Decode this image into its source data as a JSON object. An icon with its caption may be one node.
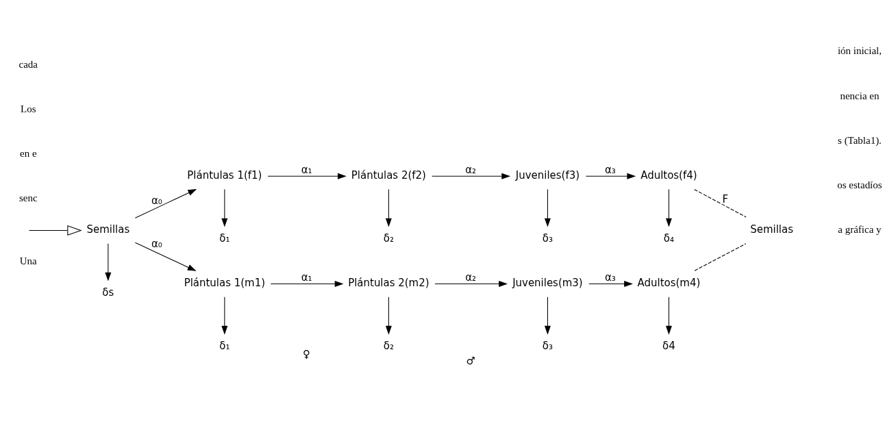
{
  "diagram": {
    "nodes": [
      {
        "text": [
          "Semillas"
        ]
      },
      {
        "text": [
          "Plántulas 1(f1)"
        ]
      },
      {
        "text": [
          "Plántulas 2(f2)"
        ]
      },
      {
        "text": [
          "Juveniles(f3)"
        ]
      },
      {
        "text": [
          "Adultos(f4)"
        ]
      },
      {
        "text": [
          "δ₁"
        ]
      },
      {
        "text": [
          "δ₂"
        ]
      },
      {
        "text": [
          "δ₃"
        ]
      },
      {
        "text": [
          "δ₄"
        ]
      },
      {
        "text": [
          "δs"
        ]
      },
      {
        "text": [
          "Plántulas 1(m1)"
        ]
      },
      {
        "text": [
          "Plántulas 2(m2)"
        ]
      },
      {
        "text": [
          "Juveniles(m3)"
        ]
      },
      {
        "text": [
          "Adultos(m4)"
        ]
      },
      {
        "text": [
          "δ₁"
        ]
      },
      {
        "text": [
          "δ₂"
        ]
      },
      {
        "text": [
          "δ₃"
        ]
      },
      {
        "text": [
          "δ4"
        ]
      },
      {
        "text": [
          "Semillas"
        ]
      }
    ],
    "edges": [
      {
        "from": null,
        "to": 0,
        "arrow": "to"
      },
      {
        "from": 0,
        "to": 1,
        "arrow": "to",
        "label": "α₀"
      },
      {
        "from": 1,
        "to": 2,
        "arrow": "to",
        "label": "α₁"
      },
      {
        "from": 2,
        "to": 3,
        "arrow": "to",
        "label": "α₂"
      },
      {
        "from": 3,
        "to": 4,
        "arrow": "to",
        "label": "α₃"
      },
      {
        "from": 1,
        "to": 5,
        "arrow": "to"
      },
      {
        "from": 2,
        "to": 6,
        "arrow": "to"
      },
      {
        "from": 3,
        "to": 7,
        "arrow": "to"
      },
      {
        "from": 4,
        "to": 8,
        "arrow": "to"
      },
      {
        "from": 0,
        "to": 9,
        "arrow": "to"
      },
      {
        "from": 0,
        "to": 10,
        "arrow": "to",
        "label": "α₀"
      },
      {
        "from": 10,
        "to": 11,
        "arrow": "to",
        "label": "α₁"
      },
      {
        "from": 11,
        "to": 12,
        "arrow": "to",
        "label": "α₂"
      },
      {
        "from": 12,
        "to": 13,
        "arrow": "to",
        "label": "α₃"
      },
      {
        "from": 10,
        "to": 14,
        "arrow": "to"
      },
      {
        "from": 11,
        "to": 15,
        "arrow": "to"
      },
      {
        "from": 12,
        "to": 16,
        "arrow": "to"
      },
      {
        "from": 13,
        "to": 17,
        "arrow": "to"
      },
      {
        "from": 4,
        "to": 18,
        "arrow": "none",
        "style": "dashed",
        "label": "F"
      },
      {
        "from": 13,
        "to": 18,
        "arrow": "none",
        "style": "dashed"
      }
    ],
    "labels": [
      "♀",
      "♂",
      "Una",
      "senc",
      "en e",
      "Los",
      "cada",
      "a gráfica y",
      "os estadíos",
      "s (Tabla1).",
      "nencia en",
      "ión inicial,"
    ]
  }
}
